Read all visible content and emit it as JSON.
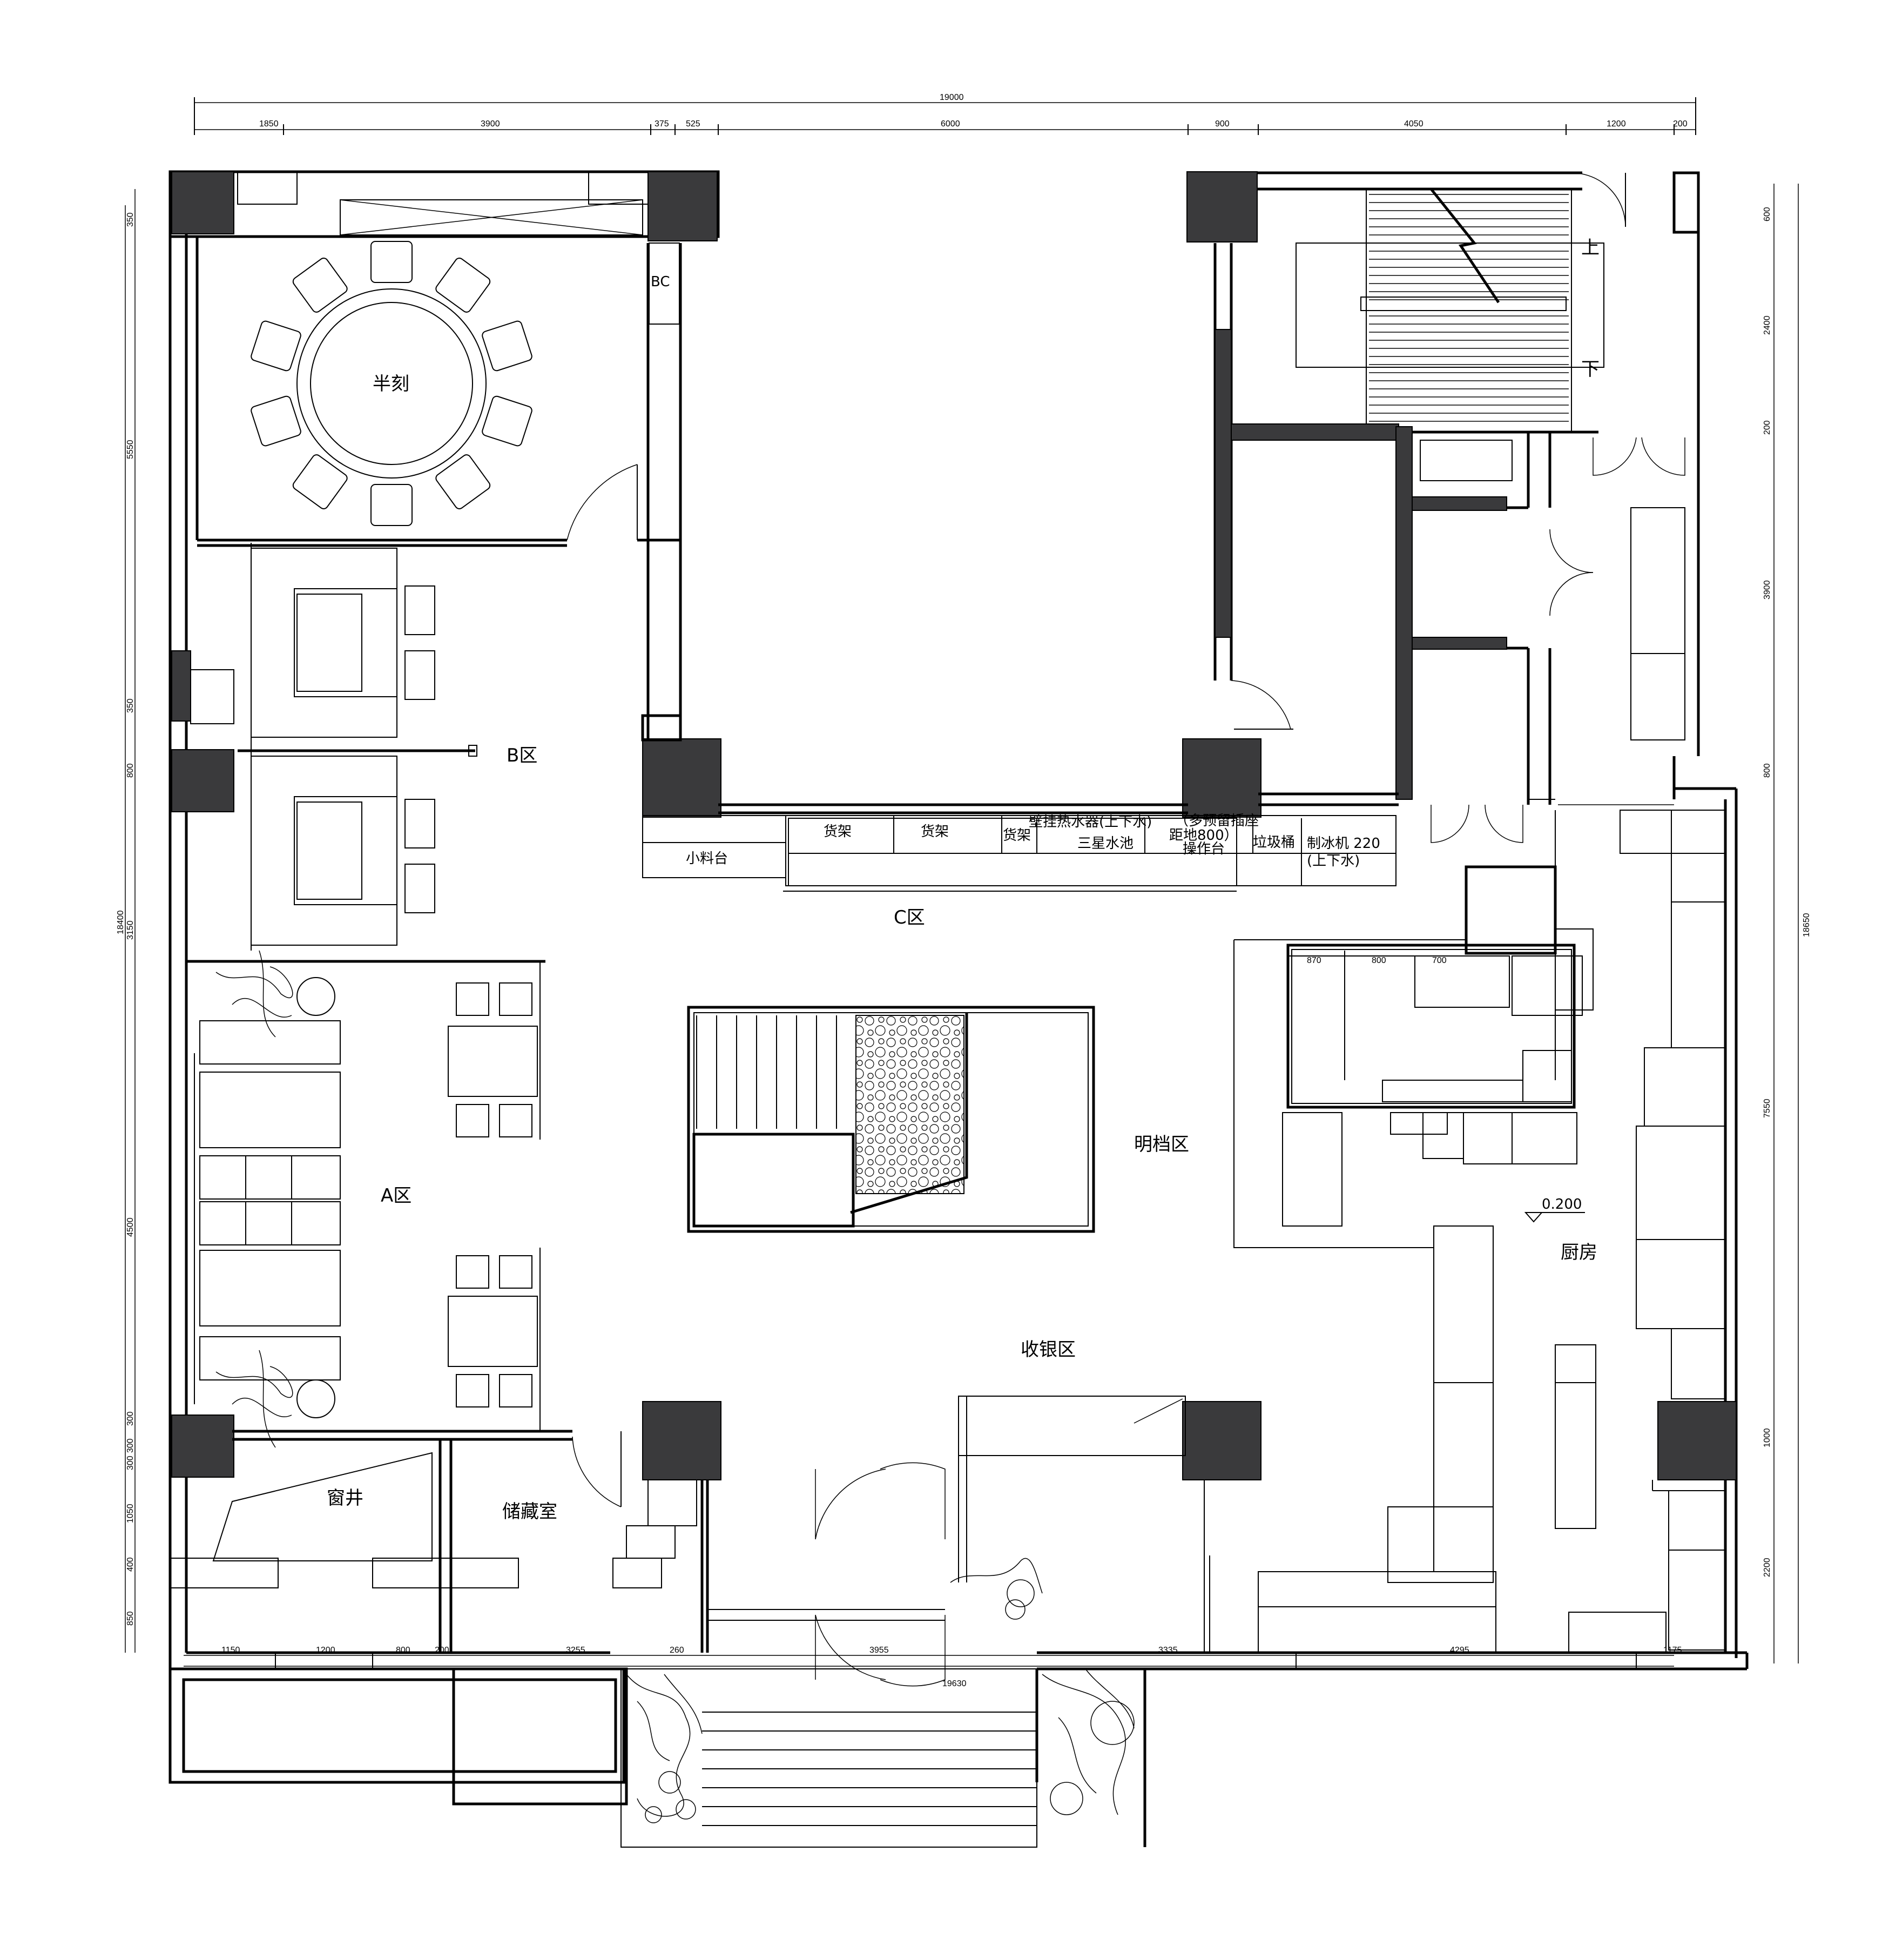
{
  "dims": {
    "top_total": "19000",
    "top_segments": [
      "1850",
      "3900",
      "375",
      "525",
      "6000",
      "900",
      "4050",
      "1200",
      "200"
    ],
    "bottom_total": "19630",
    "bottom_segments": [
      "1150",
      "1200",
      "800",
      "200",
      "3255",
      "260",
      "3955",
      "3335",
      "4295",
      "1175"
    ],
    "left_total": "18400",
    "left_segments": [
      "350",
      "5550",
      "350",
      "800",
      "3150",
      "4500",
      "300",
      "300",
      "300",
      "1050",
      "400",
      "850"
    ],
    "right_total": "18650",
    "right_segments": [
      "600",
      "2400",
      "200",
      "3900",
      "800",
      "7550",
      "1000",
      "2200"
    ],
    "kitchen_counter": [
      "870",
      "800",
      "700"
    ]
  },
  "rooms": {
    "banquet": "半刻",
    "bc": "BC",
    "zone_b": "B区",
    "zone_c": "C区",
    "zone_a": "A区",
    "display": "明档区",
    "cashier": "收银区",
    "kitchen": "厨房",
    "window_well": "窗井",
    "storage": "储藏室"
  },
  "fixtures": {
    "spice": "小料台",
    "shelf1": "货架",
    "shelf2": "货架",
    "shelf3": "货架",
    "heater": "壁挂热水器(上下水)",
    "sink": "三星水池",
    "socket1": "（多预留插座",
    "socket2": "距地800）",
    "worktop": "操作台",
    "trash": "垃圾桶",
    "ice1": "制冰机 220",
    "ice2": "(上下水)",
    "stair_up": "上",
    "stair_down": "下",
    "level": "0.200"
  }
}
